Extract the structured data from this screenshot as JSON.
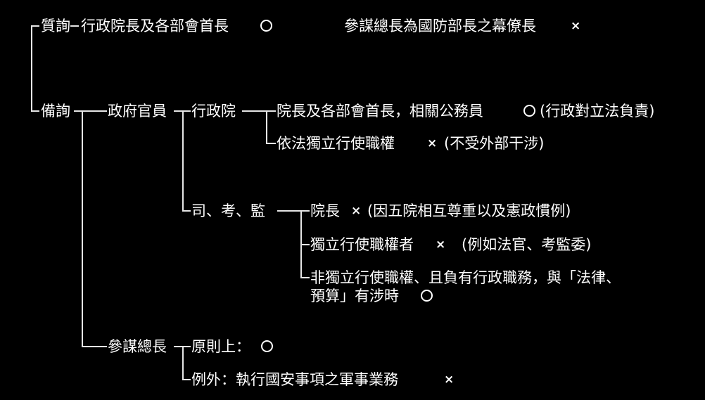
{
  "colors": {
    "background": "#000000",
    "text": "#ffffff",
    "lines": "#e6e6e6"
  },
  "nodes": {
    "inquiry": "質詢",
    "inquiry_target": "行政院長及各部會首長",
    "inquiry_side_note": "參謀總長為國防部長之幕僚長",
    "hearing": "備詢",
    "gov_officials": "政府官員",
    "executive_yuan": "行政院",
    "exec_heads": "院長及各部會首長，相關公務員",
    "exec_heads_note": "(行政對立法負責)",
    "exec_independent": "依法獨立行使職權",
    "exec_independent_note": "(不受外部干涉)",
    "jkc": "司、考、監",
    "jkc_president": "院長",
    "jkc_president_note": "(因五院相互尊重以及憲政慣例)",
    "jkc_independent": "獨立行使職權者",
    "jkc_independent_note": "(例如法官、考監委)",
    "jkc_nonindependent_line1": "非獨立行使職權、且負有行政職務，與「法律、",
    "jkc_nonindependent_line2": "預算」有涉時",
    "chief_of_staff": "參謀總長",
    "cos_principle": "原則上：",
    "cos_exception": "例外：執行國安事項之軍事業務"
  },
  "marks": {
    "cross": "×"
  }
}
